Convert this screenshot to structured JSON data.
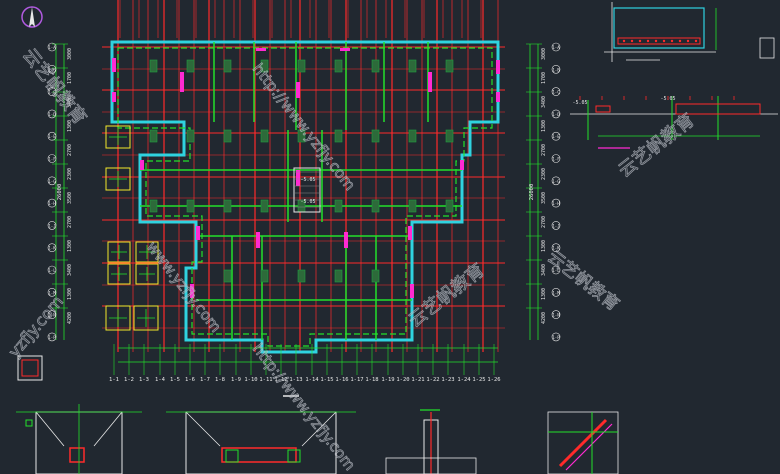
{
  "app": {
    "background": "#212830"
  },
  "colors": {
    "grid": "#ff2a2a",
    "dim": "#22e02a",
    "wall": "#2fd3e0",
    "wall_fill": "#3a4a3a",
    "column": "#2d6a3a",
    "magenta": "#ff2ad2",
    "yellow": "#f2e82a",
    "white": "#e8e8e8",
    "watermark": "#b8bcc4"
  },
  "watermarks": [
    "http://www.yzfjy.com",
    "云艺帆教育",
    "www.yzfjy.com",
    "云艺帆教育",
    "http://www.yzfjy.com",
    "云艺帆教育",
    "yzfjy.com",
    "云艺帆教育"
  ],
  "plan": {
    "bottom_axis_labels": [
      "1-1",
      "1-2",
      "1-3",
      "1-4",
      "1-5",
      "1-6",
      "1-7",
      "1-8",
      "1-9",
      "1-10",
      "1-11",
      "1-12",
      "1-13",
      "1-14",
      "1-15",
      "1-16",
      "1-17",
      "1-18",
      "1-19",
      "1-20",
      "1-21",
      "1-22",
      "1-23",
      "1-24",
      "1-25",
      "1-26"
    ],
    "left_axis_labels": [
      "1-A",
      "1-B",
      "1-C",
      "1-D",
      "1-E",
      "1-F",
      "1-G",
      "1-H",
      "1-J",
      "1-K",
      "1-L",
      "1-M",
      "1-N",
      "1-P"
    ],
    "left_dims": [
      "3000",
      "1700",
      "3400",
      "1300",
      "2700",
      "2300",
      "3500",
      "2700",
      "1300",
      "3400",
      "1300",
      "4200"
    ],
    "right_dims": [
      "3000",
      "1700",
      "3400",
      "1300",
      "2700",
      "2300",
      "3500",
      "2700",
      "1300",
      "3400",
      "1300",
      "4200"
    ],
    "total_dim": "26000",
    "elev_labels": [
      "-5.05",
      "-5.05"
    ]
  },
  "section": {
    "elev_labels": [
      "-5.05",
      "-5.05"
    ]
  }
}
